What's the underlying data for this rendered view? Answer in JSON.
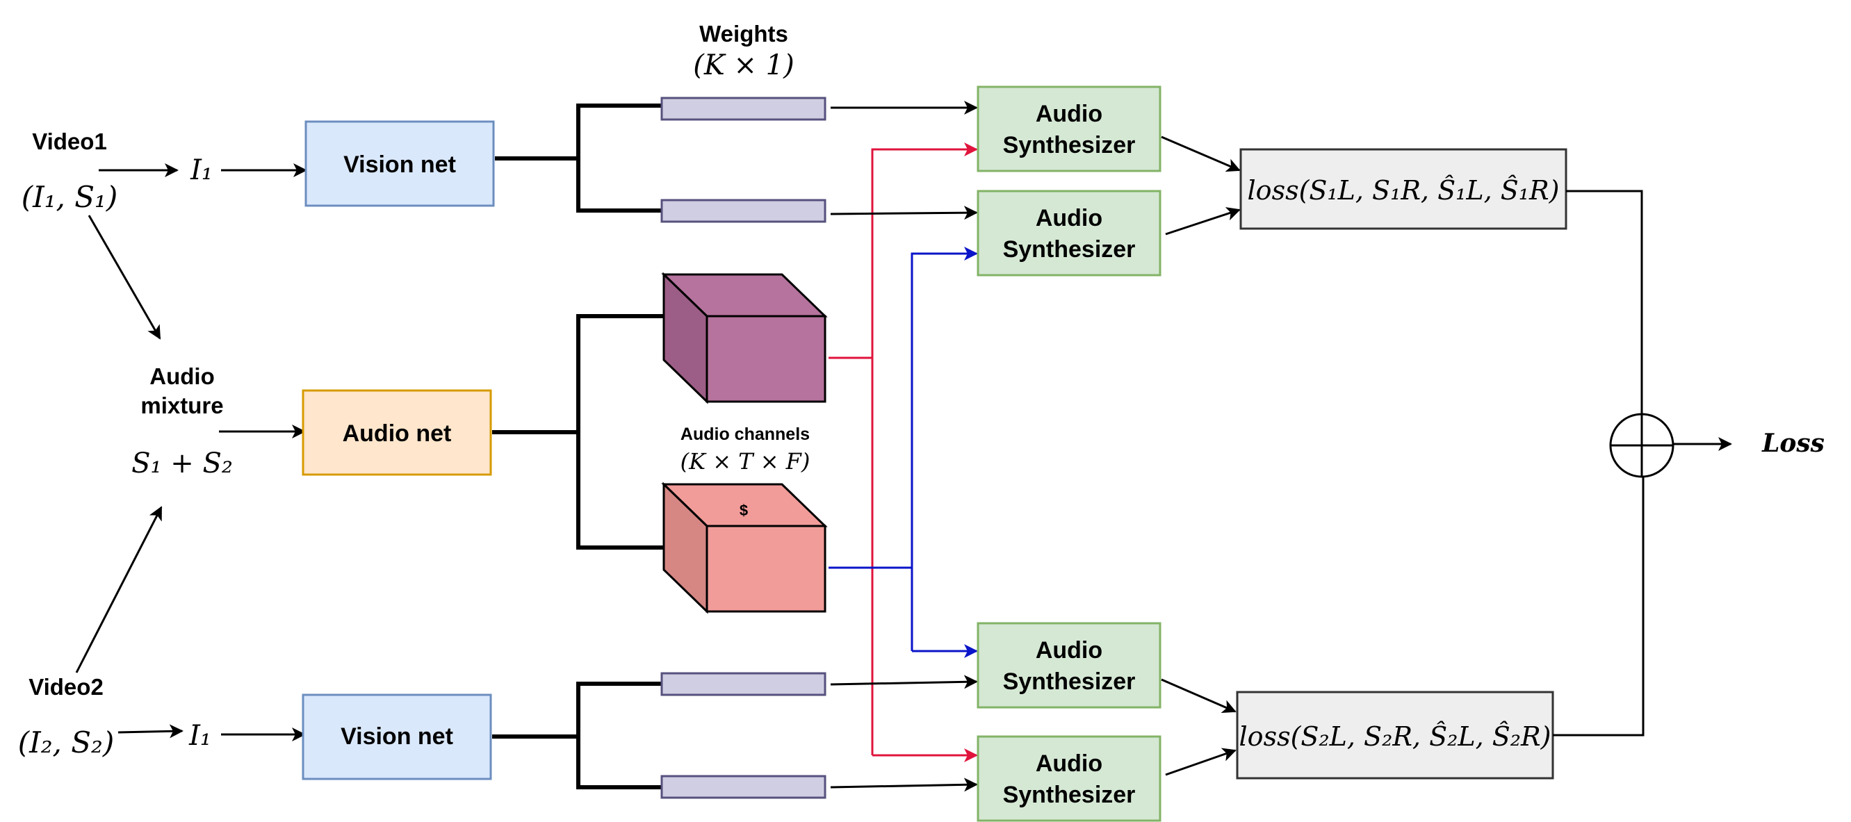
{
  "inputs": {
    "video1": {
      "label": "Video1",
      "pair": "(I₁, S₁)",
      "frame": "I₁"
    },
    "video2": {
      "label": "Video2",
      "pair": "(I₂, S₂)",
      "frame": "I₁"
    },
    "mixture": {
      "label_line1": "Audio",
      "label_line2": "mixture",
      "formula": "S₁ + S₂"
    }
  },
  "networks": {
    "vision_top": "Vision net",
    "audio": "Audio net",
    "vision_bottom": "Vision net"
  },
  "weights": {
    "title": "Weights",
    "dims": "(K × 1)"
  },
  "audio_channels": {
    "title": "Audio channels",
    "dims": "(K × T × F)",
    "symbol": "$"
  },
  "synthesizers": [
    {
      "line1": "Audio",
      "line2": "Synthesizer"
    },
    {
      "line1": "Audio",
      "line2": "Synthesizer"
    },
    {
      "line1": "Audio",
      "line2": "Synthesizer"
    },
    {
      "line1": "Audio",
      "line2": "Synthesizer"
    }
  ],
  "losses": {
    "top": "loss(S₁L, S₁R, Ŝ₁L, Ŝ₁R)",
    "bottom": "loss(S₂L, S₂R, Ŝ₂L, Ŝ₂R)",
    "total": "Loss"
  },
  "colors": {
    "vision_fill": "#dae8fc",
    "vision_stroke": "#6c8ebf",
    "audio_fill": "#ffe6cc",
    "audio_stroke": "#d79b00",
    "synth_fill": "#d5e8d4",
    "synth_stroke": "#82b366",
    "weight_fill": "#d0cee2",
    "weight_stroke": "#56517e",
    "loss_fill": "#eeeeee",
    "loss_stroke": "#333333",
    "cube1": "#b5739d",
    "cube2": "#f19c99",
    "red_wire": "#e0143c",
    "blue_wire": "#0a14c8"
  }
}
